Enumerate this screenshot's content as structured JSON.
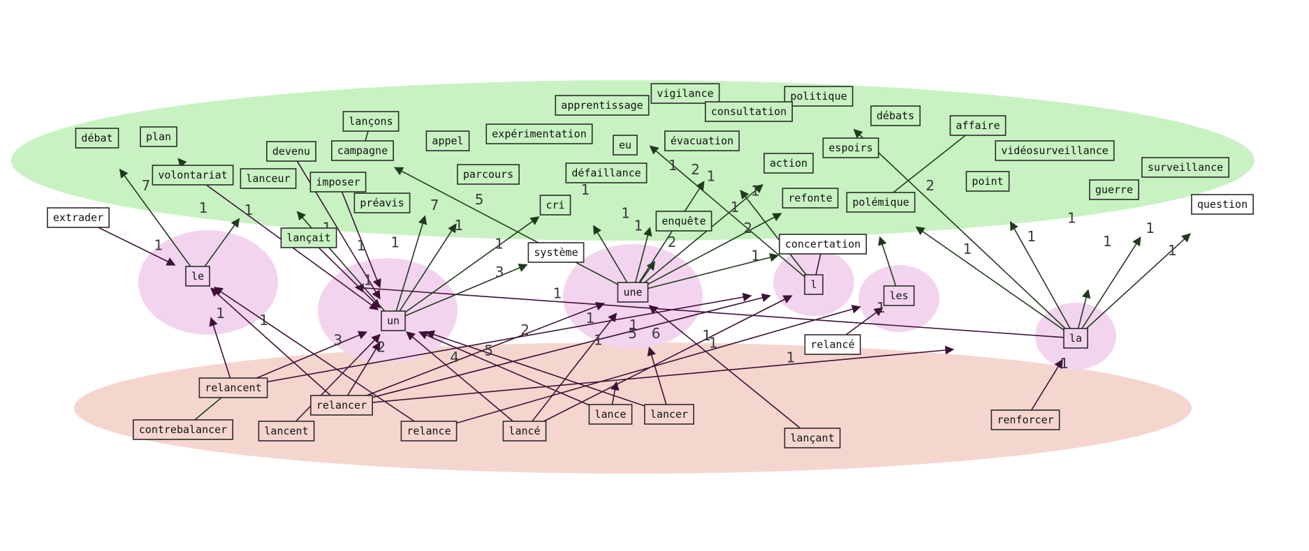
{
  "colors": {
    "upper_region": "#c8f2c2",
    "lower_region": "#f5d6cf",
    "determiner_region": "#f3d4ee",
    "noun_box_fill": "#c8f2c2",
    "verb_box_fill": "#f5d6cf",
    "det_box_fill": "#f3d4ee",
    "neutral_box_fill": "#ffffff",
    "green_edge": "#1f3a1c",
    "purple_edge": "#3d1036",
    "box_stroke": "#2a2a2a"
  },
  "nodes": {
    "le": {
      "label": "le",
      "group": "det"
    },
    "un": {
      "label": "un",
      "group": "det"
    },
    "une": {
      "label": "une",
      "group": "det"
    },
    "l": {
      "label": "l",
      "group": "det"
    },
    "les": {
      "label": "les",
      "group": "det"
    },
    "la": {
      "label": "la",
      "group": "det"
    },
    "vigilance": {
      "label": "vigilance",
      "group": "noun"
    },
    "apprentissage": {
      "label": "apprentissage",
      "group": "noun"
    },
    "politique": {
      "label": "politique",
      "group": "noun"
    },
    "consultation": {
      "label": "consultation",
      "group": "noun"
    },
    "debats": {
      "label": "débats",
      "group": "noun"
    },
    "affaire": {
      "label": "affaire",
      "group": "noun"
    },
    "debat": {
      "label": "débat",
      "group": "noun"
    },
    "plan": {
      "label": "plan",
      "group": "noun"
    },
    "lancons": {
      "label": "lançons",
      "group": "noun"
    },
    "devenu": {
      "label": "devenu",
      "group": "noun"
    },
    "campagne": {
      "label": "campagne",
      "group": "noun"
    },
    "appel": {
      "label": "appel",
      "group": "noun"
    },
    "experimentation": {
      "label": "expérimentation",
      "group": "noun"
    },
    "eu": {
      "label": "eu",
      "group": "noun"
    },
    "evacuation": {
      "label": "évacuation",
      "group": "noun"
    },
    "espoirs": {
      "label": "espoirs",
      "group": "noun"
    },
    "videosurveillance": {
      "label": "vidéosurveillance",
      "group": "noun"
    },
    "volontariat": {
      "label": "volontariat",
      "group": "noun"
    },
    "lanceur": {
      "label": "lanceur",
      "group": "noun"
    },
    "imposer": {
      "label": "imposer",
      "group": "noun"
    },
    "parcours": {
      "label": "parcours",
      "group": "noun"
    },
    "defaillance": {
      "label": "défaillance",
      "group": "noun"
    },
    "action": {
      "label": "action",
      "group": "noun"
    },
    "point": {
      "label": "point",
      "group": "noun"
    },
    "surveillance": {
      "label": "surveillance",
      "group": "noun"
    },
    "guerre": {
      "label": "guerre",
      "group": "noun"
    },
    "preavis": {
      "label": "préavis",
      "group": "noun"
    },
    "cri": {
      "label": "cri",
      "group": "noun"
    },
    "refonte": {
      "label": "refonte",
      "group": "noun"
    },
    "polemique": {
      "label": "polémique",
      "group": "noun"
    },
    "enquete": {
      "label": "enquête",
      "group": "noun"
    },
    "lancait": {
      "label": "lançait",
      "group": "noun"
    },
    "extrader": {
      "label": "extrader",
      "group": "neutral"
    },
    "systeme": {
      "label": "système",
      "group": "neutral"
    },
    "concertation": {
      "label": "concertation",
      "group": "neutral"
    },
    "question": {
      "label": "question",
      "group": "neutral"
    },
    "relance_acc": {
      "label": "relancé",
      "group": "neutral"
    },
    "relancent": {
      "label": "relancent",
      "group": "verb"
    },
    "relancer": {
      "label": "relancer",
      "group": "verb"
    },
    "contrebalancer": {
      "label": "contrebalancer",
      "group": "verb"
    },
    "lancent": {
      "label": "lancent",
      "group": "verb"
    },
    "relance": {
      "label": "relance",
      "group": "verb"
    },
    "lance_acc": {
      "label": "lancé",
      "group": "verb"
    },
    "lance": {
      "label": "lance",
      "group": "verb"
    },
    "lancer": {
      "label": "lancer",
      "group": "verb"
    },
    "lancant": {
      "label": "lançant",
      "group": "verb"
    },
    "renforcer": {
      "label": "renforcer",
      "group": "verb"
    }
  },
  "edges": [
    {
      "from": "le",
      "to": "debat",
      "label": "7"
    },
    {
      "from": "le",
      "to": "volontariat",
      "label": "1"
    },
    {
      "from": "le",
      "to": "lanceur",
      "label": "1"
    },
    {
      "from": "extrader",
      "to": "le",
      "label": "1"
    },
    {
      "from": "relancent",
      "to": "le",
      "label": "1"
    },
    {
      "from": "relancer",
      "to": "le",
      "label": "1"
    },
    {
      "from": "relance",
      "to": "le",
      "label": ""
    },
    {
      "from": "la",
      "to": "le",
      "label": "1"
    },
    {
      "from": "un",
      "to": "preavis",
      "label": "1"
    },
    {
      "from": "un",
      "to": "appel",
      "label": "7"
    },
    {
      "from": "un",
      "to": "parcours",
      "label": "1"
    },
    {
      "from": "un",
      "to": "cri",
      "label": "1"
    },
    {
      "from": "un",
      "to": "systeme",
      "label": "3"
    },
    {
      "from": "un",
      "to": "lanceur",
      "label": "1"
    },
    {
      "from": "lancait",
      "to": "un",
      "label": "1"
    },
    {
      "from": "volontariat",
      "to": "un",
      "label": ""
    },
    {
      "from": "devenu",
      "to": "un",
      "label": "1"
    },
    {
      "from": "imposer",
      "to": "un",
      "label": ""
    },
    {
      "from": "relancent",
      "to": "un",
      "label": "3"
    },
    {
      "from": "relancer",
      "to": "un",
      "label": "2"
    },
    {
      "from": "lancent",
      "to": "un",
      "label": ""
    },
    {
      "from": "lance_acc",
      "to": "un",
      "label": "4"
    },
    {
      "from": "lance",
      "to": "un",
      "label": "5"
    },
    {
      "from": "lancer",
      "to": "un",
      "label": ""
    },
    {
      "from": "une",
      "to": "campagne",
      "label": "5"
    },
    {
      "from": "une",
      "to": "experimentation",
      "label": "1"
    },
    {
      "from": "une",
      "to": "defaillance",
      "label": "1"
    },
    {
      "from": "une",
      "to": "vigilance",
      "label": "1"
    },
    {
      "from": "une",
      "to": "consultation",
      "label": "1"
    },
    {
      "from": "une",
      "to": "action",
      "label": "1"
    },
    {
      "from": "une",
      "to": "enquete",
      "label": "2"
    },
    {
      "from": "une",
      "to": "refonte",
      "label": "2"
    },
    {
      "from": "une",
      "to": "concertation",
      "label": "1"
    },
    {
      "from": "eu",
      "to": "une",
      "label": "1"
    },
    {
      "from": "relancer",
      "to": "une",
      "label": "2"
    },
    {
      "from": "lance_acc",
      "to": "une",
      "label": "1"
    },
    {
      "from": "lance",
      "to": "une",
      "label": "5"
    },
    {
      "from": "lancer",
      "to": "une",
      "label": "6"
    },
    {
      "from": "lancant",
      "to": "une",
      "label": "1"
    },
    {
      "from": "l",
      "to": "apprentissage",
      "label": "2"
    },
    {
      "from": "l",
      "to": "evacuation",
      "label": "1"
    },
    {
      "from": "relancent",
      "to": "l",
      "label": "1"
    },
    {
      "from": "relancer",
      "to": "l",
      "label": "1"
    },
    {
      "from": "lance_acc",
      "to": "l",
      "label": "1"
    },
    {
      "from": "les",
      "to": "espoirs",
      "label": ""
    },
    {
      "from": "les",
      "to": "debats",
      "label": ""
    },
    {
      "from": "relance_acc",
      "to": "les",
      "label": "1"
    },
    {
      "from": "relance",
      "to": "les",
      "label": ""
    },
    {
      "from": "la",
      "to": "polemique",
      "label": "1"
    },
    {
      "from": "la",
      "to": "politique",
      "label": "2"
    },
    {
      "from": "la",
      "to": "videosurveillance",
      "label": "1"
    },
    {
      "from": "la",
      "to": "guerre",
      "label": "1"
    },
    {
      "from": "la",
      "to": "surveillance",
      "label": "1"
    },
    {
      "from": "la",
      "to": "question",
      "label": "1"
    },
    {
      "from": "la",
      "to": "point",
      "label": "1"
    },
    {
      "from": "relance_acc",
      "to": "la",
      "label": ""
    },
    {
      "from": "relancer",
      "to": "la",
      "label": "1"
    },
    {
      "from": "renforcer",
      "to": "la",
      "label": "1"
    },
    {
      "from": "polemique",
      "to": "affaire",
      "label": ""
    },
    {
      "from": "concertation",
      "to": "l",
      "label": ""
    },
    {
      "from": "volontariat",
      "to": "plan",
      "label": ""
    },
    {
      "from": "lancons",
      "to": "campagne",
      "label": ""
    },
    {
      "from": "contrebalancer",
      "to": "relancent",
      "label": ""
    }
  ]
}
